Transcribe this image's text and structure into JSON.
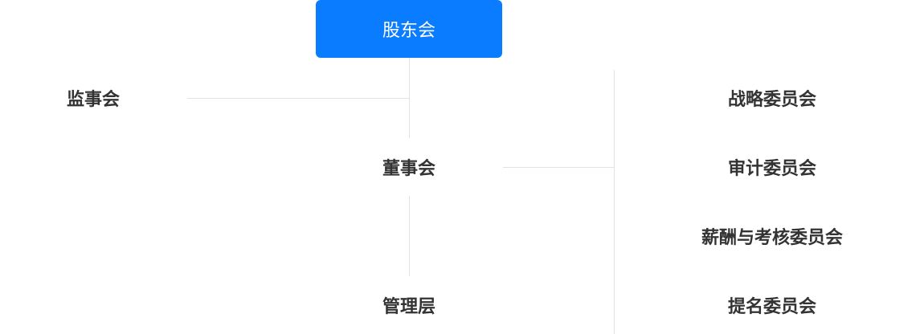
{
  "diagram": {
    "root": {
      "label": "股东会"
    },
    "supervisory": {
      "label": "监事会"
    },
    "board": {
      "label": "董事会"
    },
    "management": {
      "label": "管理层"
    },
    "committees": [
      {
        "label": "战略委员会"
      },
      {
        "label": "审计委员会"
      },
      {
        "label": "薪酬与考核委员会"
      },
      {
        "label": "提名委员会"
      }
    ]
  },
  "colors": {
    "root_bg": "#0a7cff",
    "root_text": "#ffffff",
    "node_text": "#333333",
    "connector": "#e3e3e3"
  }
}
